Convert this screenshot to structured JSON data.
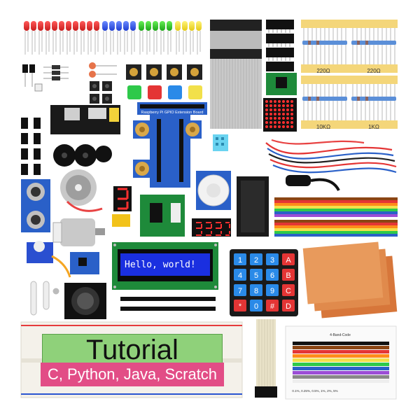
{
  "extension_board_label": "Raspberry Pi GPIO Extension Board",
  "resistor_labels": [
    "220Ω",
    "220Ω",
    "10KΩ",
    "1KΩ"
  ],
  "lcd": {
    "text": "Hello, world!"
  },
  "keypad": {
    "keys": [
      "1",
      "2",
      "3",
      "A",
      "4",
      "5",
      "6",
      "B",
      "7",
      "8",
      "9",
      "C",
      "*",
      "0",
      "#",
      "D"
    ]
  },
  "tutorial": {
    "title": "Tutorial",
    "subtitle": "C, Python, Java, Scratch"
  },
  "color_card": {
    "title": "4-Band-Code",
    "footer": "0.1%, 0.25%, 0.5%, 1%, 2%, 5%"
  },
  "colors": {
    "lcd_bg": "#1a2fe0",
    "lcd_text": "#ffffff",
    "breadboard": "#f4f1ea",
    "tutorial_green": "#8fd17a",
    "tutorial_pink": "#e24d86"
  }
}
